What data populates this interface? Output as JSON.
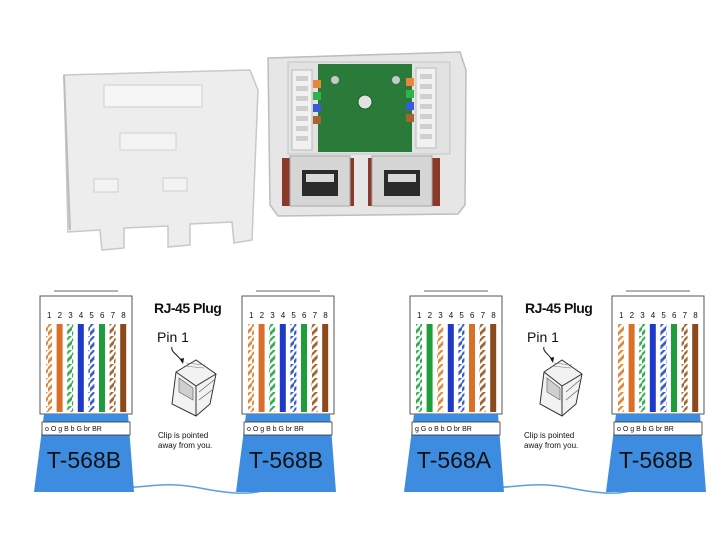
{
  "colors": {
    "white_orange": "#e8873a",
    "orange": "#d9702a",
    "white_green": "#2fb34a",
    "blue": "#1f39c9",
    "white_blue": "#3a5bd8",
    "green": "#1e9e3a",
    "white_brown": "#a8642e",
    "brown": "#8a4a1a",
    "jacket": "#3d8ce0",
    "cable": "#5aa0e0"
  },
  "pin_numbers": [
    "1",
    "2",
    "3",
    "4",
    "5",
    "6",
    "7",
    "8"
  ],
  "code_line_568b": "o O g B b G br BR",
  "code_line_568a": "g G o B b O br BR",
  "plug": {
    "title": "RJ-45 Plug",
    "pin_label": "Pin 1",
    "note_line1": "Clip is pointed",
    "note_line2": "away from you."
  },
  "connectors": [
    {
      "standard": "T-568B",
      "wiring": [
        "white_orange",
        "orange",
        "white_green",
        "blue",
        "white_blue",
        "green",
        "white_brown",
        "brown"
      ],
      "codes": "o O g B b G br BR"
    },
    {
      "standard": "T-568B",
      "wiring": [
        "white_orange",
        "orange",
        "white_green",
        "blue",
        "white_blue",
        "green",
        "white_brown",
        "brown"
      ],
      "codes": "o O g B b G br BR"
    },
    {
      "standard": "T-568A",
      "wiring": [
        "white_green",
        "green",
        "white_orange",
        "blue",
        "white_blue",
        "orange",
        "white_brown",
        "brown"
      ],
      "codes": "g G o B b O br BR"
    },
    {
      "standard": "T-568B",
      "wiring": [
        "white_orange",
        "orange",
        "white_green",
        "blue",
        "white_blue",
        "green",
        "white_brown",
        "brown"
      ],
      "codes": "o O g B b G br BR"
    }
  ],
  "photo": {
    "faceplate_color": "#ececec",
    "jack_color": "#d8d8d8",
    "pcb_color": "#2a7a3a"
  }
}
